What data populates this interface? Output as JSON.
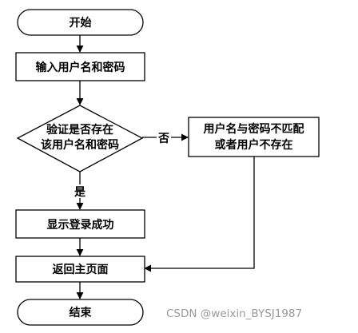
{
  "nodes": {
    "start": "开始",
    "input": "输入用户名和密码",
    "check_line1": "验证是否存在",
    "check_line2": "该用户名和密码",
    "error_line1": "用户名与密码不匹配",
    "error_line2": "或者用户不存在",
    "success": "显示登录成功",
    "home": "返回主页面",
    "end": "结束"
  },
  "edges": {
    "no": "否",
    "yes": "是"
  },
  "watermark": "CSDN @weixin_BYSJ1987"
}
